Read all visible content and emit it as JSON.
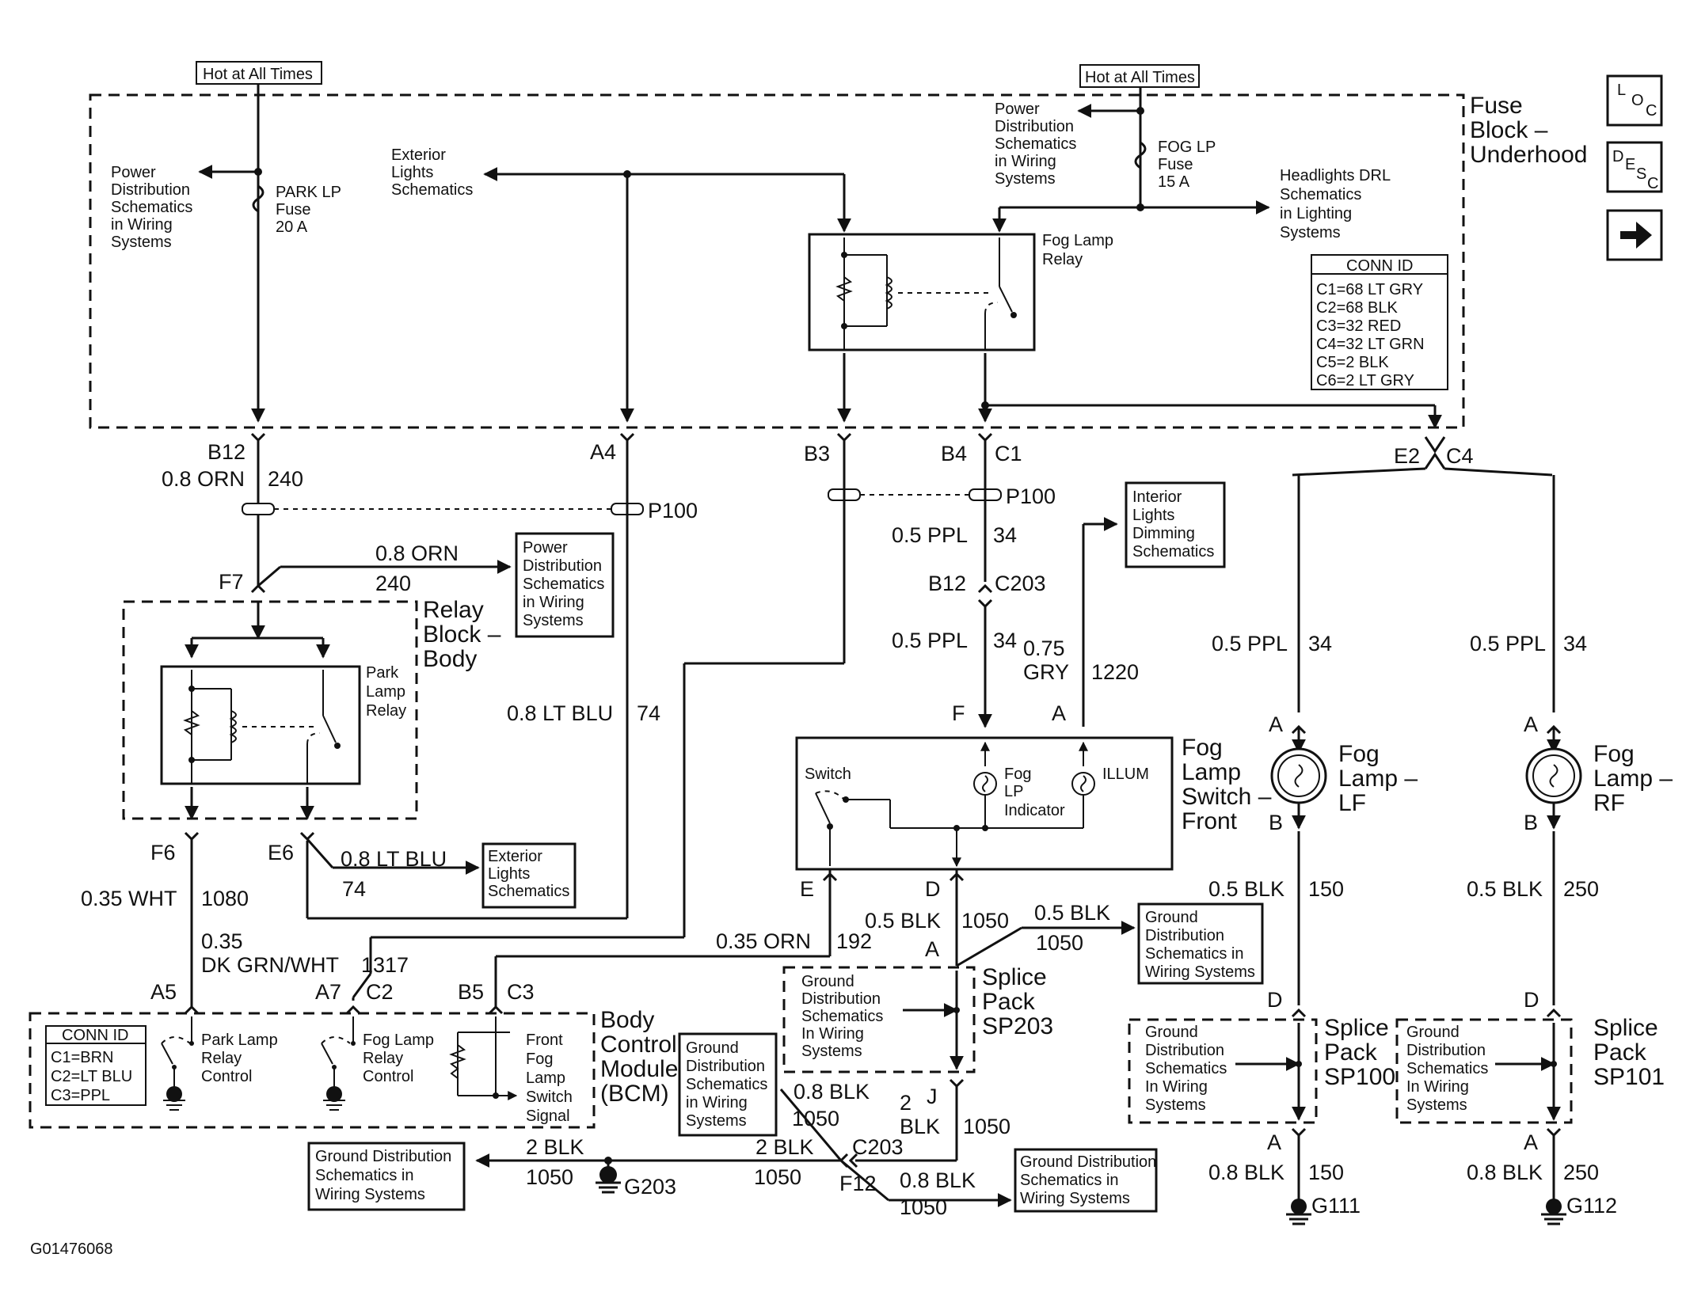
{
  "diagram_id": "G01476068",
  "side_icons": [
    "loc-icon",
    "desc-icon",
    "arrow-right-icon"
  ],
  "hot_left": "Hot at All Times",
  "hot_right": "Hot at All Times",
  "fuse_block": [
    "Fuse",
    "Block –",
    "Underhood"
  ],
  "pd_top_left": [
    "Power",
    "Distribution",
    "Schematics",
    "in Wiring",
    "Systems"
  ],
  "park_fuse": [
    "PARK LP",
    "Fuse",
    "20 A"
  ],
  "ext_lights_top": [
    "Exterior",
    "Lights",
    "Schematics"
  ],
  "pd_top_right": [
    "Power",
    "Distribution",
    "Schematics",
    "in Wiring",
    "Systems"
  ],
  "fog_fuse": [
    "FOG LP",
    "Fuse",
    "15 A"
  ],
  "headlights": [
    "Headlights DRL",
    "Schematics",
    "in Lighting",
    "Systems"
  ],
  "fog_relay": [
    "Fog Lamp",
    "Relay"
  ],
  "conn_id_top": {
    "title": "CONN ID",
    "rows": [
      "C1=68 LT GRY",
      "C2=68 BLK",
      "C3=32 RED",
      "C4=32 LT GRN",
      "C5=2 BLK",
      "C6=2 LT GRY"
    ]
  },
  "terms_top": {
    "b12": "B12",
    "a4": "A4",
    "b3": "B3",
    "b4": "B4",
    "c1": "C1",
    "e2": "E2",
    "c4": "C4"
  },
  "wire_240": {
    "gauge": "0.8 ORN",
    "circuit": "240"
  },
  "p100_left": "P100",
  "p100_right": "P100",
  "wire_34_top": {
    "gauge": "0.5 PPL",
    "circuit": "34"
  },
  "c203_top": {
    "pin": "B12",
    "conn": "C203"
  },
  "wire_34_mid": {
    "gauge": "0.5 PPL",
    "circuit": "34"
  },
  "wire_1220": {
    "gauge": "0.75",
    "gauge2": "GRY",
    "circuit": "1220"
  },
  "interior_dim": [
    "Interior",
    "Lights",
    "Dimming",
    "Schematics"
  ],
  "f7": "F7",
  "wire_240b": {
    "gauge": "0.8 ORN",
    "circuit": "240"
  },
  "pd_mid": [
    "Power",
    "Distribution",
    "Schematics",
    "in Wiring",
    "Systems"
  ],
  "relay_block": [
    "Relay",
    "Block –",
    "Body"
  ],
  "park_relay": [
    "Park",
    "Lamp",
    "Relay"
  ],
  "wire_74": {
    "gauge": "0.8 LT BLU",
    "circuit": "74"
  },
  "switch_pins": {
    "f": "F",
    "a": "A",
    "e": "E",
    "d": "D"
  },
  "switch_label": "Switch",
  "fog_indicator": [
    "Fog",
    "LP",
    "Indicator"
  ],
  "illum": "ILLUM",
  "fog_switch": [
    "Fog",
    "Lamp",
    "Switch –",
    "Front"
  ],
  "lf_wire_top": {
    "gauge": "0.5 PPL",
    "circuit": "34"
  },
  "rf_wire_top": {
    "gauge": "0.5 PPL",
    "circuit": "34"
  },
  "lf_lamp": {
    "pin_a": "A",
    "pin_b": "B",
    "label": [
      "Fog",
      "Lamp –",
      "LF"
    ]
  },
  "rf_lamp": {
    "pin_a": "A",
    "pin_b": "B",
    "label": [
      "Fog",
      "Lamp –",
      "RF"
    ]
  },
  "f6": "F6",
  "e6": "E6",
  "wire_74b": {
    "gauge": "0.8 LT BLU",
    "circuit": "74"
  },
  "ext_lights_mid": [
    "Exterior",
    "Lights",
    "Schematics"
  ],
  "wire_1080": {
    "gauge": "0.35 WHT",
    "circuit": "1080"
  },
  "wire_1317": {
    "gauge": "0.35",
    "gauge2": "DK GRN/WHT",
    "circuit": "1317"
  },
  "wire_192": {
    "gauge": "0.35 ORN",
    "circuit": "192"
  },
  "wire_1050_d": {
    "gauge": "0.5 BLK",
    "circuit": "1050"
  },
  "wire_1050_side": {
    "gauge": "0.5 BLK",
    "circuit": "1050"
  },
  "gd_right_sp203": [
    "Ground",
    "Distribution",
    "Schematics in",
    "Wiring Systems"
  ],
  "lf_wire_150": {
    "gauge": "0.5 BLK",
    "circuit": "150"
  },
  "rf_wire_250": {
    "gauge": "0.5 BLK",
    "circuit": "250"
  },
  "sp203_a": "A",
  "bcm_pins": {
    "a5": "A5",
    "a7": "A7",
    "c2": "C2",
    "b5": "B5",
    "c3": "C3"
  },
  "sp203_gd": [
    "Ground",
    "Distribution",
    "Schematics",
    "In Wiring",
    "Systems"
  ],
  "sp203": [
    "Splice",
    "Pack",
    "SP203"
  ],
  "sp100_d": "D",
  "sp101_d": "D",
  "conn_id_bcm": {
    "title": "CONN ID",
    "rows": [
      "C1=BRN",
      "C2=LT BLU",
      "C3=PPL"
    ]
  },
  "park_relay_ctrl": [
    "Park Lamp",
    "Relay",
    "Control"
  ],
  "fog_relay_ctrl": [
    "Fog Lamp",
    "Relay",
    "Control"
  ],
  "front_fog_sig": [
    "Front",
    "Fog",
    "Lamp",
    "Switch",
    "Signal"
  ],
  "bcm": [
    "Body",
    "Control",
    "Module",
    "(BCM)"
  ],
  "gd_bcm_right": [
    "Ground",
    "Distribution",
    "Schematics",
    "in Wiring",
    "Systems"
  ],
  "sp100_gd": [
    "Ground",
    "Distribution",
    "Schematics",
    "In Wiring",
    "Systems"
  ],
  "sp100": [
    "Splice",
    "Pack",
    "SP100"
  ],
  "sp101_gd": [
    "Ground",
    "Distribution",
    "Schematics",
    "In Wiring",
    "Systems"
  ],
  "sp101": [
    "Splice",
    "Pack",
    "SP101"
  ],
  "wire_08blk": {
    "gauge": "0.8 BLK",
    "circuit": "1050"
  },
  "wire_2blk_j": {
    "pin": "J",
    "gauge": "2",
    "gauge2": "BLK",
    "circuit": "1050"
  },
  "gd_bottom_left": [
    "Ground Distribution",
    "Schematics in",
    "Wiring Systems"
  ],
  "wire_2blk_left": {
    "gauge": "2 BLK",
    "circuit": "1050"
  },
  "g203": "G203",
  "wire_2blk_mid": {
    "gauge": "2 BLK",
    "circuit": "1050"
  },
  "c203_bottom": {
    "conn": "C203",
    "pin": "F12"
  },
  "wire_08blk_b": {
    "gauge": "0.8 BLK",
    "circuit": "1050"
  },
  "gd_bottom_right": [
    "Ground Distribution",
    "Schematics in",
    "Wiring Systems"
  ],
  "sp100_a": "A",
  "sp101_a": "A",
  "lf_wire_150b": {
    "gauge": "0.8 BLK",
    "circuit": "150"
  },
  "rf_wire_250b": {
    "gauge": "0.8 BLK",
    "circuit": "250"
  },
  "g111": "G111",
  "g112": "G112"
}
